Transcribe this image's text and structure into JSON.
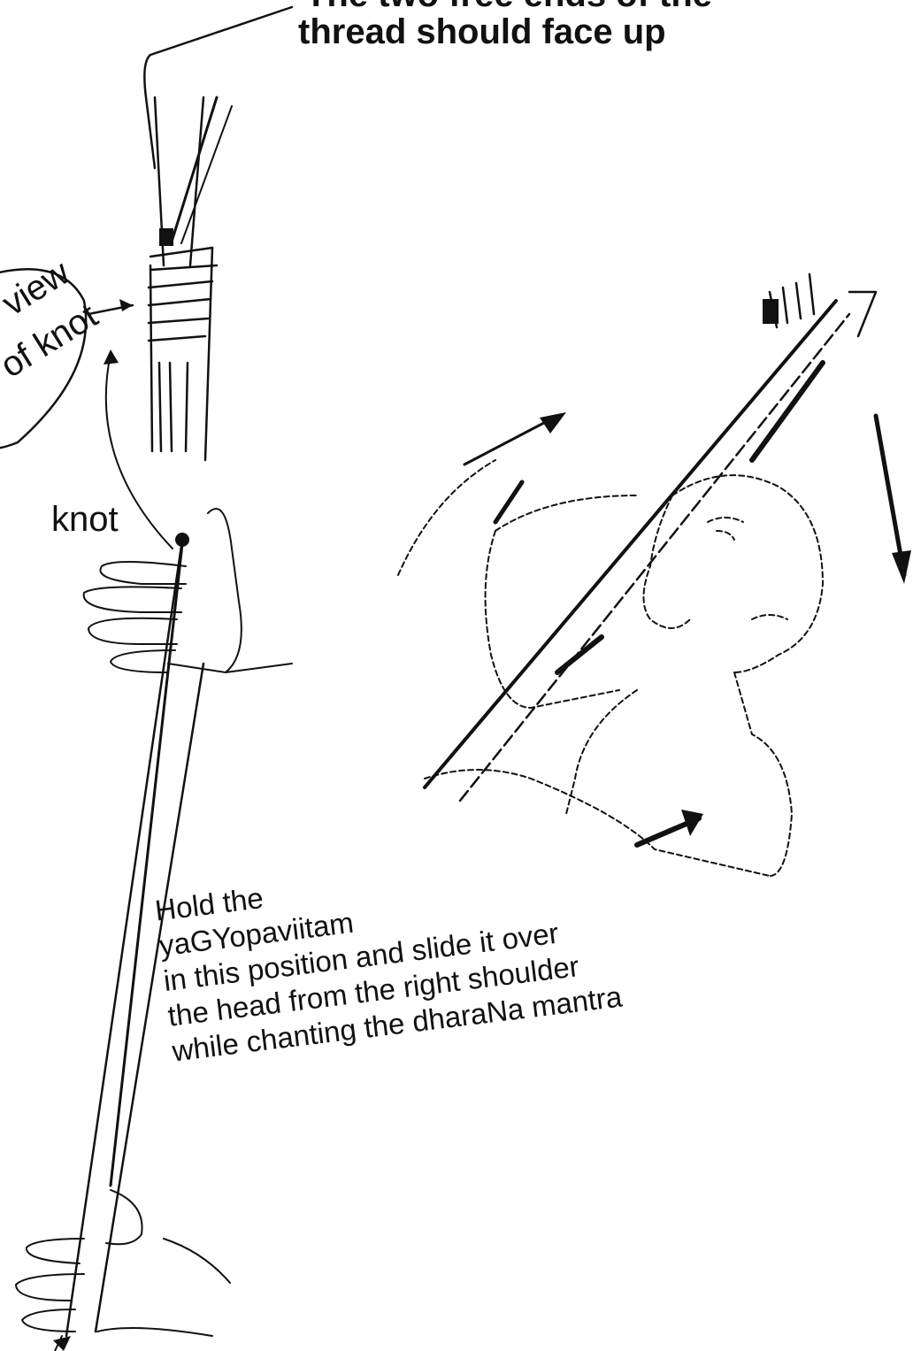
{
  "labels": {
    "top_line1": "The two free ends of the",
    "top_line2": "thread should face up",
    "view_line1": "view",
    "view_line2": "of knot",
    "knot": "knot"
  },
  "instruction": {
    "line1": "Hold the",
    "line2": "yaGYopaviitam",
    "line3": "in this position and slide it over",
    "line4": "the head from the right shoulder",
    "line5": "while chanting the dharaNa mantra"
  }
}
